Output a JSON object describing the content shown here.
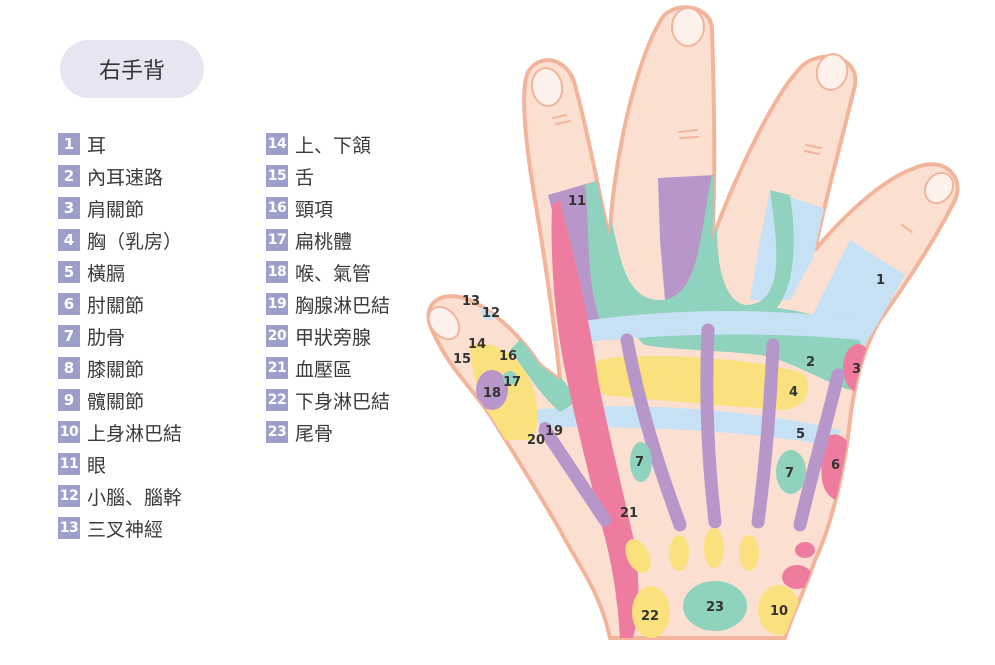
{
  "title": "右手背",
  "legend": [
    {
      "num": "1",
      "label": "耳"
    },
    {
      "num": "2",
      "label": "內耳速路"
    },
    {
      "num": "3",
      "label": "肩關節"
    },
    {
      "num": "4",
      "label": "胸（乳房）"
    },
    {
      "num": "5",
      "label": "橫膈"
    },
    {
      "num": "6",
      "label": "肘關節"
    },
    {
      "num": "7",
      "label": "肋骨"
    },
    {
      "num": "8",
      "label": "膝關節"
    },
    {
      "num": "9",
      "label": "髖關節"
    },
    {
      "num": "10",
      "label": "上身淋巴結"
    },
    {
      "num": "11",
      "label": "眼"
    },
    {
      "num": "12",
      "label": "小腦、腦幹"
    },
    {
      "num": "13",
      "label": "三叉神經"
    },
    {
      "num": "14",
      "label": "上、下頷"
    },
    {
      "num": "15",
      "label": "舌"
    },
    {
      "num": "16",
      "label": "頸項"
    },
    {
      "num": "17",
      "label": "扁桃體"
    },
    {
      "num": "18",
      "label": "喉、氣管"
    },
    {
      "num": "19",
      "label": "胸腺淋巴結"
    },
    {
      "num": "20",
      "label": "甲狀旁腺"
    },
    {
      "num": "21",
      "label": "血壓區"
    },
    {
      "num": "22",
      "label": "下身淋巴結"
    },
    {
      "num": "23",
      "label": "尾骨"
    }
  ],
  "colors": {
    "skin": "#fbe0d2",
    "outline": "#f2b49b",
    "nail": "#fdf1ec",
    "purple": "#b797c9",
    "teal": "#8fd2bd",
    "yellow": "#fbe07e",
    "light_blue": "#c5e1f3",
    "pink": "#ee7c9f",
    "legend_box": "#9aa0c9",
    "title_pill": "#e6e6f2"
  }
}
